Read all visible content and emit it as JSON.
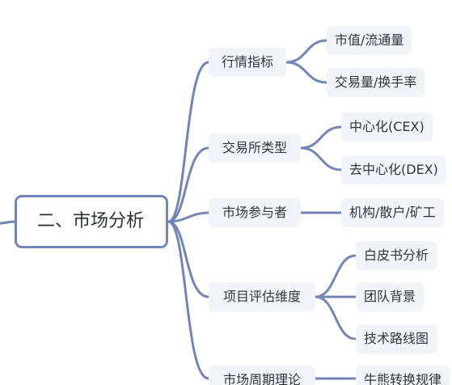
{
  "root": {
    "label": "二、市场分析"
  },
  "branches": [
    {
      "label": "行情指标",
      "children": [
        "市值/流通量",
        "交易量/换手率"
      ]
    },
    {
      "label": "交易所类型",
      "children": [
        "中心化(CEX)",
        "去中心化(DEX)"
      ]
    },
    {
      "label": "市场参与者",
      "children": [
        "机构/散户/矿工"
      ]
    },
    {
      "label": "项目评估维度",
      "children": [
        "白皮书分析",
        "团队背景",
        "技术路线图"
      ]
    },
    {
      "label": "市场周期理论",
      "children": [
        "牛熊转换规律"
      ]
    }
  ],
  "colors": {
    "connector": "#7385b7",
    "node_fill": "#f1f3f9",
    "root_border": "#7385b7"
  }
}
